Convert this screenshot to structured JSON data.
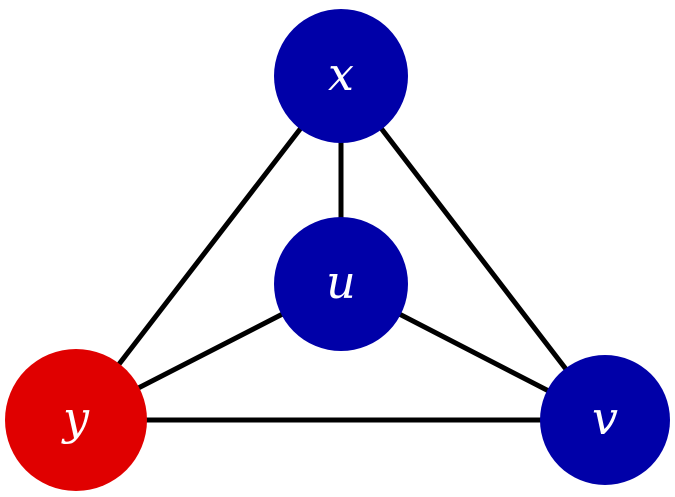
{
  "graph": {
    "colors": {
      "node_default": "#0000a8",
      "node_highlight": "#e00000",
      "edge": "#000000",
      "label": "#ffffff"
    },
    "nodes": [
      {
        "id": "x",
        "label": "x",
        "color": "#0000a8"
      },
      {
        "id": "u",
        "label": "u",
        "color": "#0000a8"
      },
      {
        "id": "y",
        "label": "y",
        "color": "#e00000"
      },
      {
        "id": "v",
        "label": "v",
        "color": "#0000a8"
      }
    ],
    "edges": [
      {
        "from": "x",
        "to": "u"
      },
      {
        "from": "x",
        "to": "y"
      },
      {
        "from": "x",
        "to": "v"
      },
      {
        "from": "u",
        "to": "y"
      },
      {
        "from": "u",
        "to": "v"
      },
      {
        "from": "y",
        "to": "v"
      }
    ]
  }
}
